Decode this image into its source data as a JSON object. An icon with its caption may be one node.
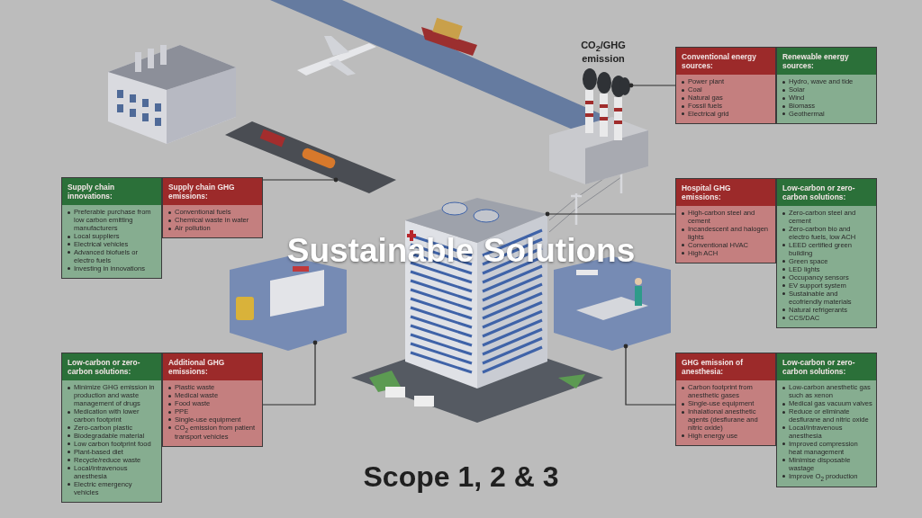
{
  "diagram": {
    "title": "Sustainable Solutions",
    "nodes": [
      {
        "text": [],
        "shape": "picture",
        "beside": [
          "CO$_{2}$/GHG emission"
        ]
      },
      {
        "text": [
          "Conventional energy sources:",
          "Power plant",
          "Coal",
          "Natural gas",
          "Fossil fuels",
          "Electrical grid"
        ]
      },
      {
        "text": [
          "Renewable energy sources:",
          "Hydro, wave and tide",
          "Solar",
          "Wind",
          "Biomass",
          "Geothermal"
        ]
      },
      {
        "text": [
          "Supply chain innovations:",
          "Preferable purchase from low carbon emitting manufacturers",
          "Local suppliers",
          "Electrical vehicles",
          "Advanced biofuels or electro fuels",
          "Investing in innovations"
        ]
      },
      {
        "text": [
          "Supply chain GHG emissions:",
          "Conventional fuels",
          "Chemical waste in water",
          "Air pollution"
        ]
      },
      {
        "text": [],
        "shape": "picture"
      },
      {
        "text": [],
        "shape": "picture"
      },
      {
        "text": [
          "Hospital GHG emissions:",
          "High-carbon steel and cement",
          "Incandescent and halogen lights",
          "Conventional HVAC",
          "High ACH"
        ]
      },
      {
        "text": [
          "Low-carbon or zero-carbon solutions:",
          "Zero-carbon steel and cement",
          "Zero-carbon bio and electro fuels, low ACH",
          "LEED certified green building",
          "Green space",
          "LED lights",
          "Occupancy sensors",
          "EV support system",
          "Sustainable and ecofriendly materials",
          "Natural refrigerants",
          "CCS/DAC"
        ]
      },
      {
        "text": [],
        "shape": "picture"
      },
      {
        "text": [
          "Low-carbon or zero-carbon solutions:",
          "Minimize GHG emission in production and waste management of drugs",
          "Medication with lower carbon footprint",
          "Zero-carbon plastic",
          "Biodegradable material",
          "Low carbon footprint food",
          "Plant-based diet",
          "Recycle/reduce waste",
          "Local/intravenous anesthesia",
          "Electric emergency vehicles"
        ]
      },
      {
        "text": [
          "Additional GHG emissions:",
          "Plastic waste",
          "Medical waste",
          "Food waste",
          "PPE",
          "Single-use equipment",
          "CO$_{2}$ emission from patient transport vehicles"
        ]
      },
      {
        "text": [],
        "shape": "picture"
      },
      {
        "text": [
          "GHG emission of anesthesia:",
          "Carbon footprint from anesthetic gases",
          "Single-use equipment",
          "Inhalational anesthetic agents (desflurane and nitric oxide)",
          "High energy use"
        ]
      },
      {
        "text": [
          "Low-carbon or zero-carbon solutions:",
          "Low-carbon anesthetic gas such as xenon",
          "Medical gas vacuum valves",
          "Reduce or eliminate desflurane and nitric oxide",
          "Local/intravenous anesthesia",
          "Improved compression heat management",
          "Minimise disposable wastage",
          "Improve O$_{2}$ production"
        ]
      }
    ],
    "edges": [
      {
        "from": 1,
        "to": 0,
        "arrow": "other"
      },
      {
        "from": 4,
        "to": 5,
        "arrow": "other"
      },
      {
        "from": 7,
        "to": 6,
        "arrow": "other"
      },
      {
        "from": 11,
        "to": 9,
        "arrow": "other"
      },
      {
        "from": 13,
        "to": 12,
        "arrow": "other"
      }
    ],
    "labels": [
      "Scope 1, 2 & 3"
    ]
  }
}
